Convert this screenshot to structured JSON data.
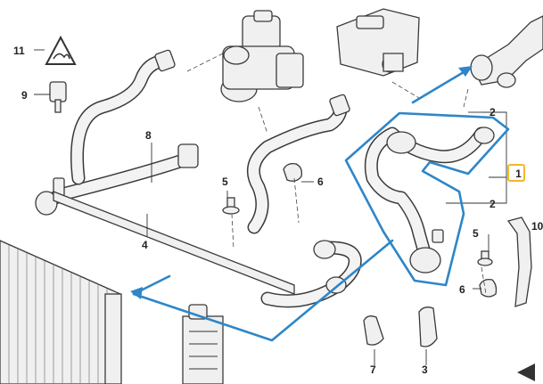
{
  "labels": {
    "l1": "1",
    "l2a": "2",
    "l2b": "2",
    "l3": "3",
    "l4": "4",
    "l5a": "5",
    "l5b": "5",
    "l6a": "6",
    "l6b": "6",
    "l7": "7",
    "l8": "8",
    "l9": "9",
    "l10": "10",
    "l11": "11"
  },
  "colors": {
    "highlight": "#2e86c8",
    "label_box": "#f2b62e",
    "line": "#3a3a3a"
  }
}
